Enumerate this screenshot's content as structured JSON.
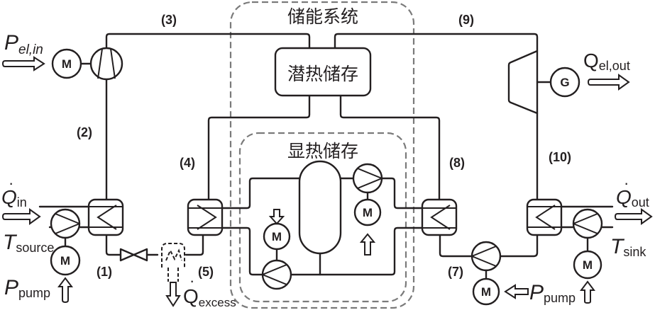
{
  "diagram": {
    "groups": {
      "storage_system": "储能系统",
      "latent_storage": "潜热储存",
      "sensible_storage": "显热储存"
    },
    "state_points": [
      "(1)",
      "(2)",
      "(3)",
      "(4)",
      "(5)",
      "(7)",
      "(8)",
      "(9)",
      "(10)"
    ],
    "symbols": {
      "p_el_in": {
        "main": "P",
        "sub": "el,in"
      },
      "q_el_out": {
        "main": "Q",
        "sub": "el,out"
      },
      "q_in": {
        "main": "Q",
        "sub": "in",
        "dot": "·"
      },
      "t_source": {
        "main": "T",
        "sub": "source"
      },
      "p_pump_left": {
        "main": "P",
        "sub": "pump"
      },
      "q_excess": {
        "main": "Q",
        "sub": "excess",
        "dot": "·"
      },
      "q_out": {
        "main": "Q",
        "sub": "out",
        "dot": "·"
      },
      "t_sink": {
        "main": "T",
        "sub": "sink"
      },
      "p_pump_right": {
        "main": "P",
        "sub": "pump"
      }
    },
    "component_letters": {
      "motor": "M",
      "generator": "G"
    }
  },
  "colors": {
    "line": "#231f20",
    "dashed_boundary": "#7a7a7a",
    "background": "#ffffff"
  }
}
